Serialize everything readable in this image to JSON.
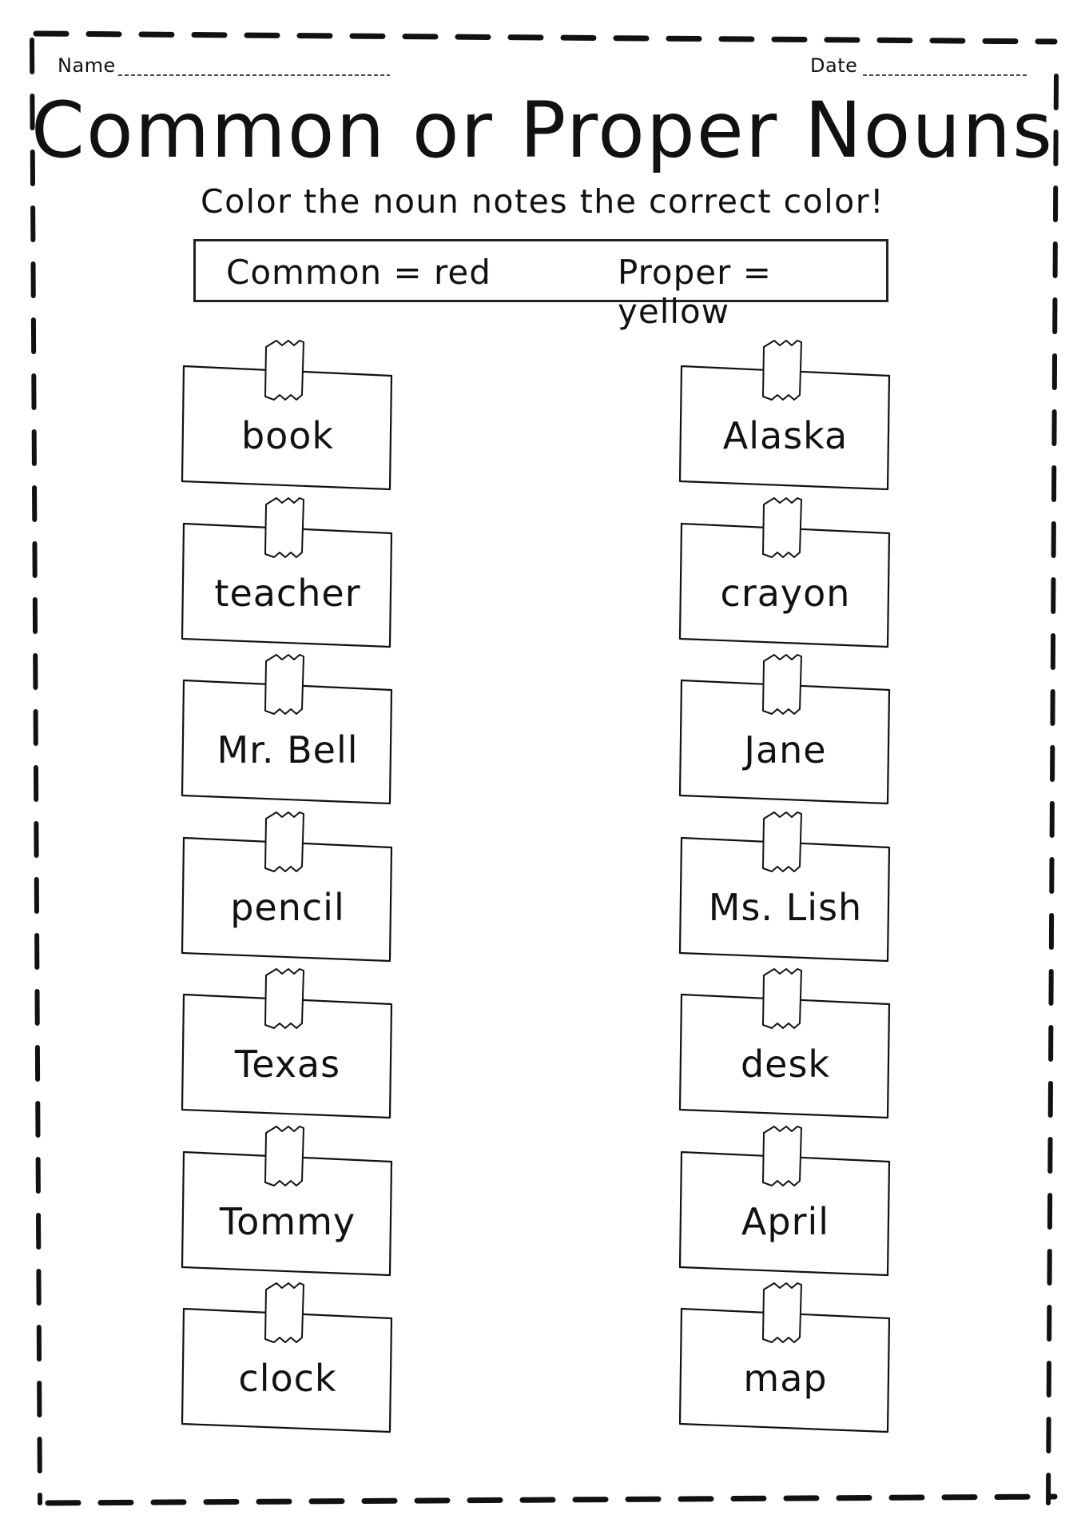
{
  "header": {
    "name_label": "Name",
    "date_label": "Date"
  },
  "title": "Common or Proper Nouns",
  "subtitle": "Color the noun notes the correct color!",
  "key": {
    "common": "Common = red",
    "proper": "Proper = yellow"
  },
  "notes": {
    "left": [
      "book",
      "teacher",
      "Mr. Bell",
      "pencil",
      "Texas",
      "Tommy",
      "clock"
    ],
    "right": [
      "Alaska",
      "crayon",
      "Jane",
      "Ms. Lish",
      "desk",
      "April",
      "map"
    ]
  }
}
